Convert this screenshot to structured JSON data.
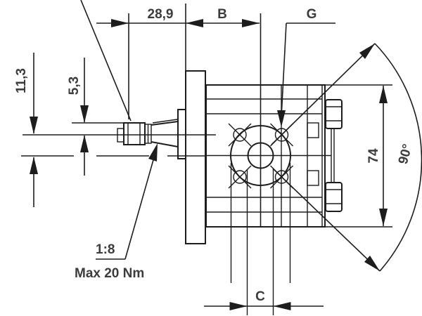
{
  "colors": {
    "line": "#1d1d1d",
    "text": "#3c3c3c",
    "background": "#ffffff"
  },
  "labels": {
    "dim_shaft_length": "28,9",
    "dim_flange_to_port": "B",
    "port_thread": "G",
    "dim_center_offset": "11,3",
    "dim_nut_height": "5,3",
    "dim_body_height": "74",
    "dim_hole_angle": "90°",
    "dim_port_bore": "C",
    "shaft_taper_ratio": "1:8",
    "max_tightening_torque": "Max 20 Nm"
  }
}
